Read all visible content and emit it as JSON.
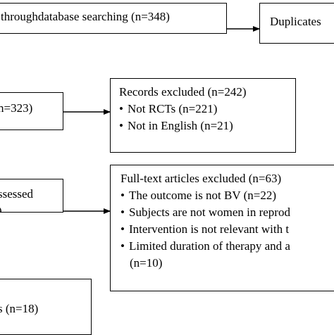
{
  "identification": {
    "text": "throughdatabase searching (n=348)"
  },
  "duplicates": {
    "text": "Duplicates"
  },
  "screened": {
    "text": "n=323)"
  },
  "records_excluded": {
    "title": "Records excluded (n=242)",
    "bullets": [
      "Not RCTs (n=221)",
      "Not in English (n=21)"
    ]
  },
  "assessed": {
    "lines": [
      "ssessed",
      ")"
    ]
  },
  "fulltext_excluded": {
    "title": "Full-text articles excluded (n=63)",
    "bullets": [
      "The outcome is not BV (n=22)",
      "Subjects are not women in reprod",
      "Intervention is not relevant with t",
      "Limited duration of therapy and a"
    ],
    "continuation": "(n=10)"
  },
  "included": {
    "text": "s (n=18)"
  },
  "bullet_glyph": "•"
}
